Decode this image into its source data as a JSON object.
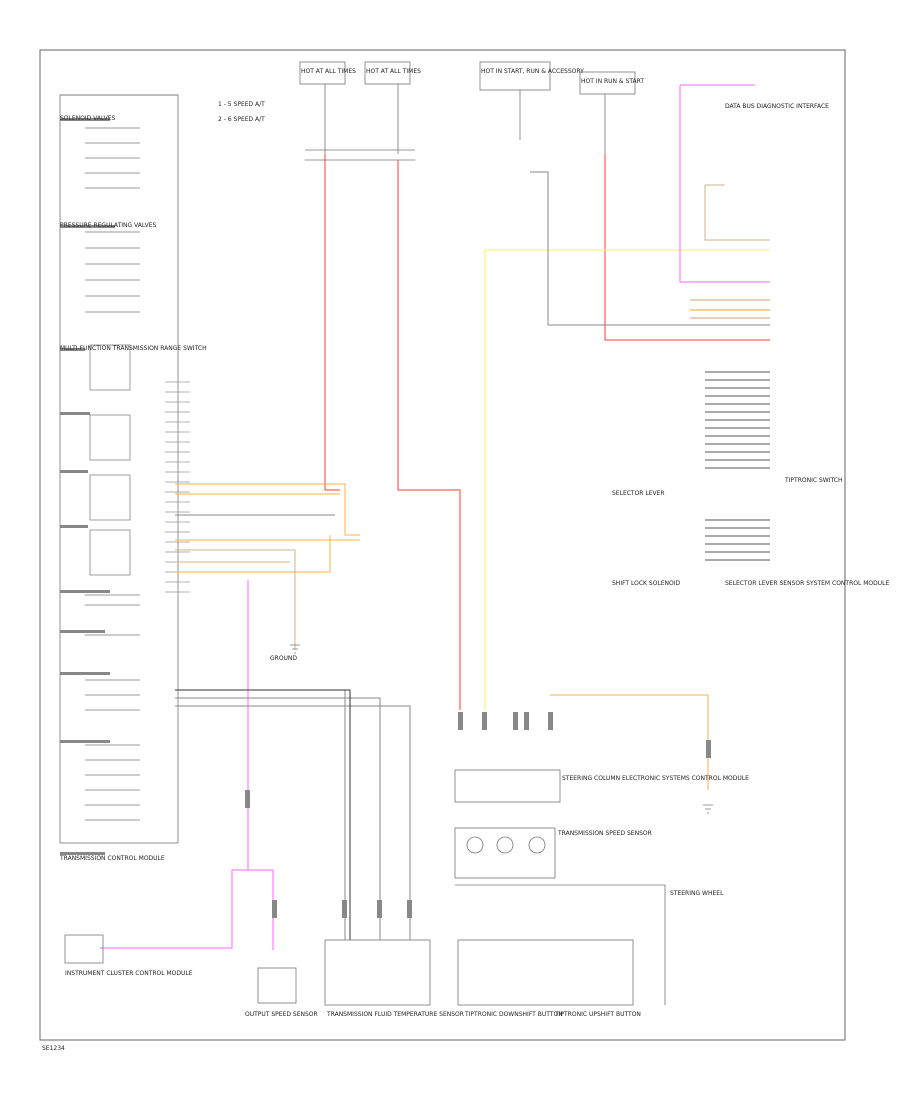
{
  "legend": [
    "1 - 5 SPEED A/T",
    "2 - 6 SPEED A/T"
  ],
  "fuses": [
    {
      "label": "HOT AT ALL TIMES"
    },
    {
      "label": "HOT AT ALL TIMES"
    },
    {
      "label": "HOT IN START, RUN & ACCESSORY"
    },
    {
      "label": "HOT IN RUN & START"
    }
  ],
  "modules": {
    "tcm": "TRANSMISSION CONTROL MODULE",
    "multi_function": "MULTI-FUNCTION TRANSMISSION RANGE SWITCH",
    "selector_lever": "SELECTOR LEVER",
    "selector_lever_sensor": "SELECTOR LEVER SENSOR SYSTEM CONTROL MODULE",
    "tiptronic": "TIPTRONIC SWITCH",
    "shift_lock": "SHIFT LOCK SOLENOID",
    "steering_wheel_module": "STEERING COLUMN ELECTRONIC SYSTEMS CONTROL MODULE",
    "tiptronic_down": "TIPTRONIC DOWNSHIFT BUTTON",
    "tiptronic_up": "TIPTRONIC UPSHIFT BUTTON",
    "trans_speed": "TRANSMISSION SPEED SENSOR",
    "output_speed": "OUTPUT SPEED SENSOR",
    "fluid_temp": "TRANSMISSION FLUID TEMPERATURE SENSOR",
    "instrument_cluster": "INSTRUMENT CLUSTER CONTROL MODULE",
    "data_bus": "DATA BUS DIAGNOSTIC INTERFACE",
    "ground": "GROUND",
    "steering_wheel": "STEERING WHEEL",
    "solenoids": "SOLENOID VALVES",
    "pressure_regulator": "PRESSURE REGULATING VALVES"
  },
  "wire_colors": {
    "red": "#ff3b3b",
    "pink": "#ff66ff",
    "yellow": "#ffef60",
    "orange": "#ffb347",
    "tan": "#d2b48c",
    "gray": "#8a8a8a",
    "black": "#222222",
    "frame": "#666666"
  },
  "page_id": "SE1234"
}
